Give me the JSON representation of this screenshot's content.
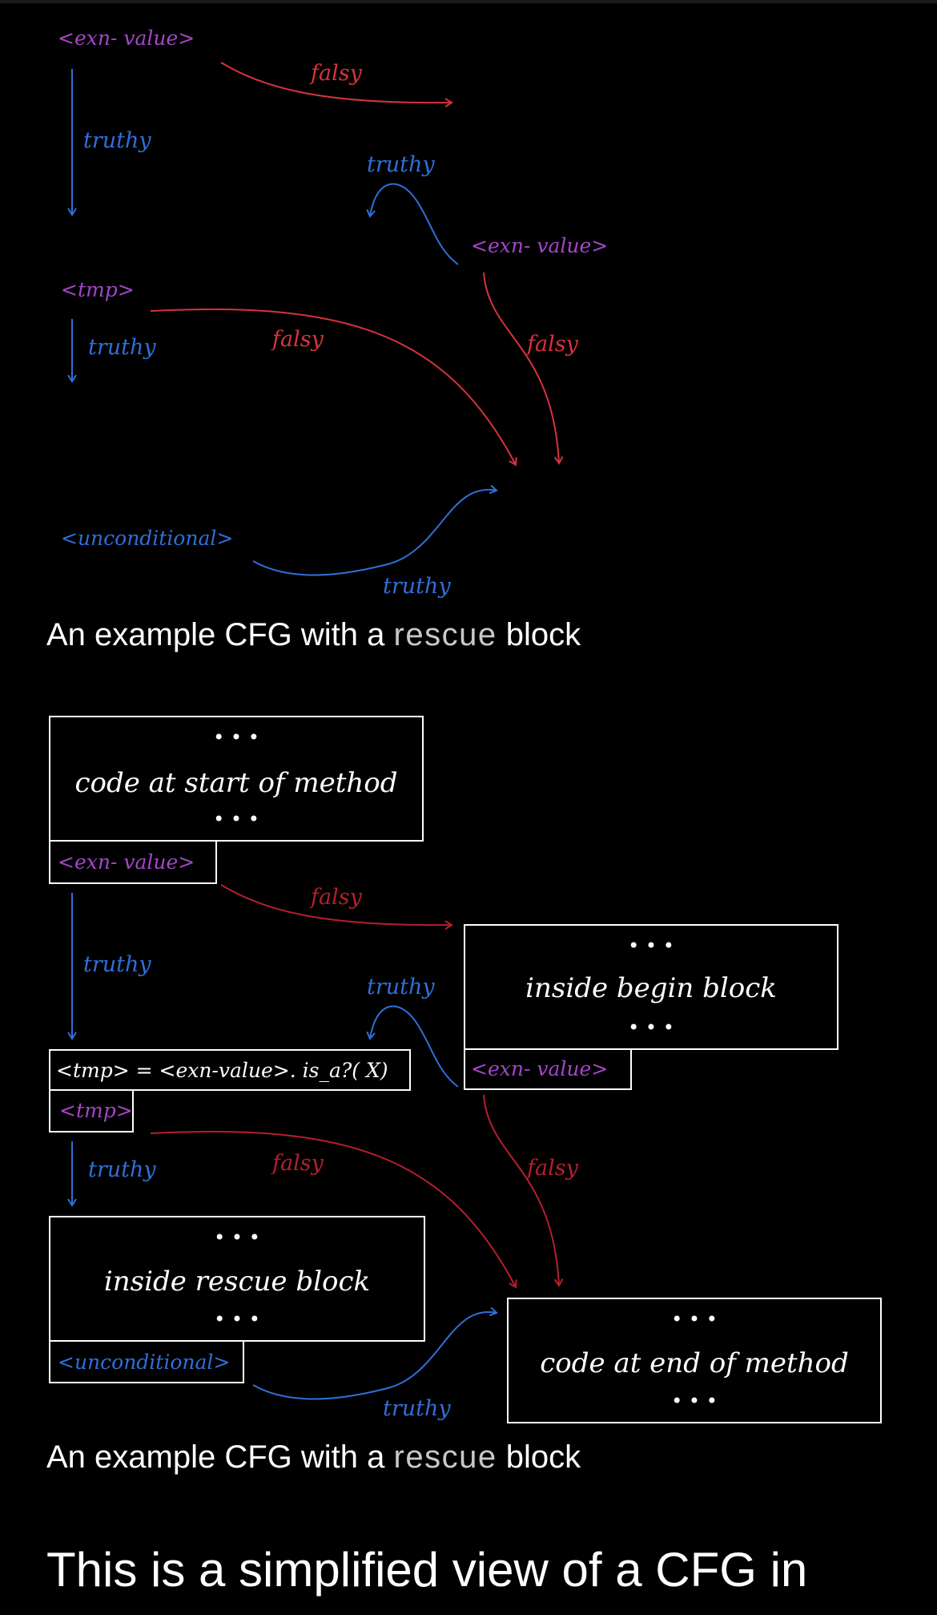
{
  "colors": {
    "truthy": "#2f6fd8",
    "falsy": "#d8323c",
    "tag_purple": "#a445c8",
    "tag_blue": "#2f6fd8",
    "box": "#ffffff",
    "background": "#000000"
  },
  "figure1": {
    "tag_exn_value_1": "<exn- value>",
    "tag_exn_value_2": "<exn- value>",
    "tag_tmp": "<tmp>",
    "tag_unconditional": "<unconditional>",
    "labels": {
      "truthy_1": "truthy",
      "truthy_2": "truthy",
      "truthy_3": "truthy",
      "truthy_4": "truthy",
      "falsy_1": "falsy",
      "falsy_2": "falsy",
      "falsy_3": "falsy"
    }
  },
  "caption1": {
    "prefix": "An example CFG with a",
    "code": "rescue",
    "suffix": "block"
  },
  "figure2": {
    "ellipsis": "• • •",
    "boxes": {
      "start": "code at start of method",
      "begin": "inside begin block",
      "rescue": "inside rescue block",
      "end": "code at end of method",
      "assign": "<tmp> = <exn-value>. is_a?( X)"
    },
    "tags": {
      "start_exn": "<exn- value>",
      "begin_exn": "<exn- value>",
      "tmp": "<tmp>",
      "unconditional": "<unconditional>"
    },
    "labels": {
      "truthy_1": "truthy",
      "truthy_2": "truthy",
      "truthy_3": "truthy",
      "truthy_4": "truthy",
      "falsy_1": "falsy",
      "falsy_2": "falsy",
      "falsy_3": "falsy"
    }
  },
  "caption2": {
    "prefix": "An example CFG with a",
    "code": "rescue",
    "suffix": "block"
  },
  "body_text": "This is a simplified view of a CFG in"
}
